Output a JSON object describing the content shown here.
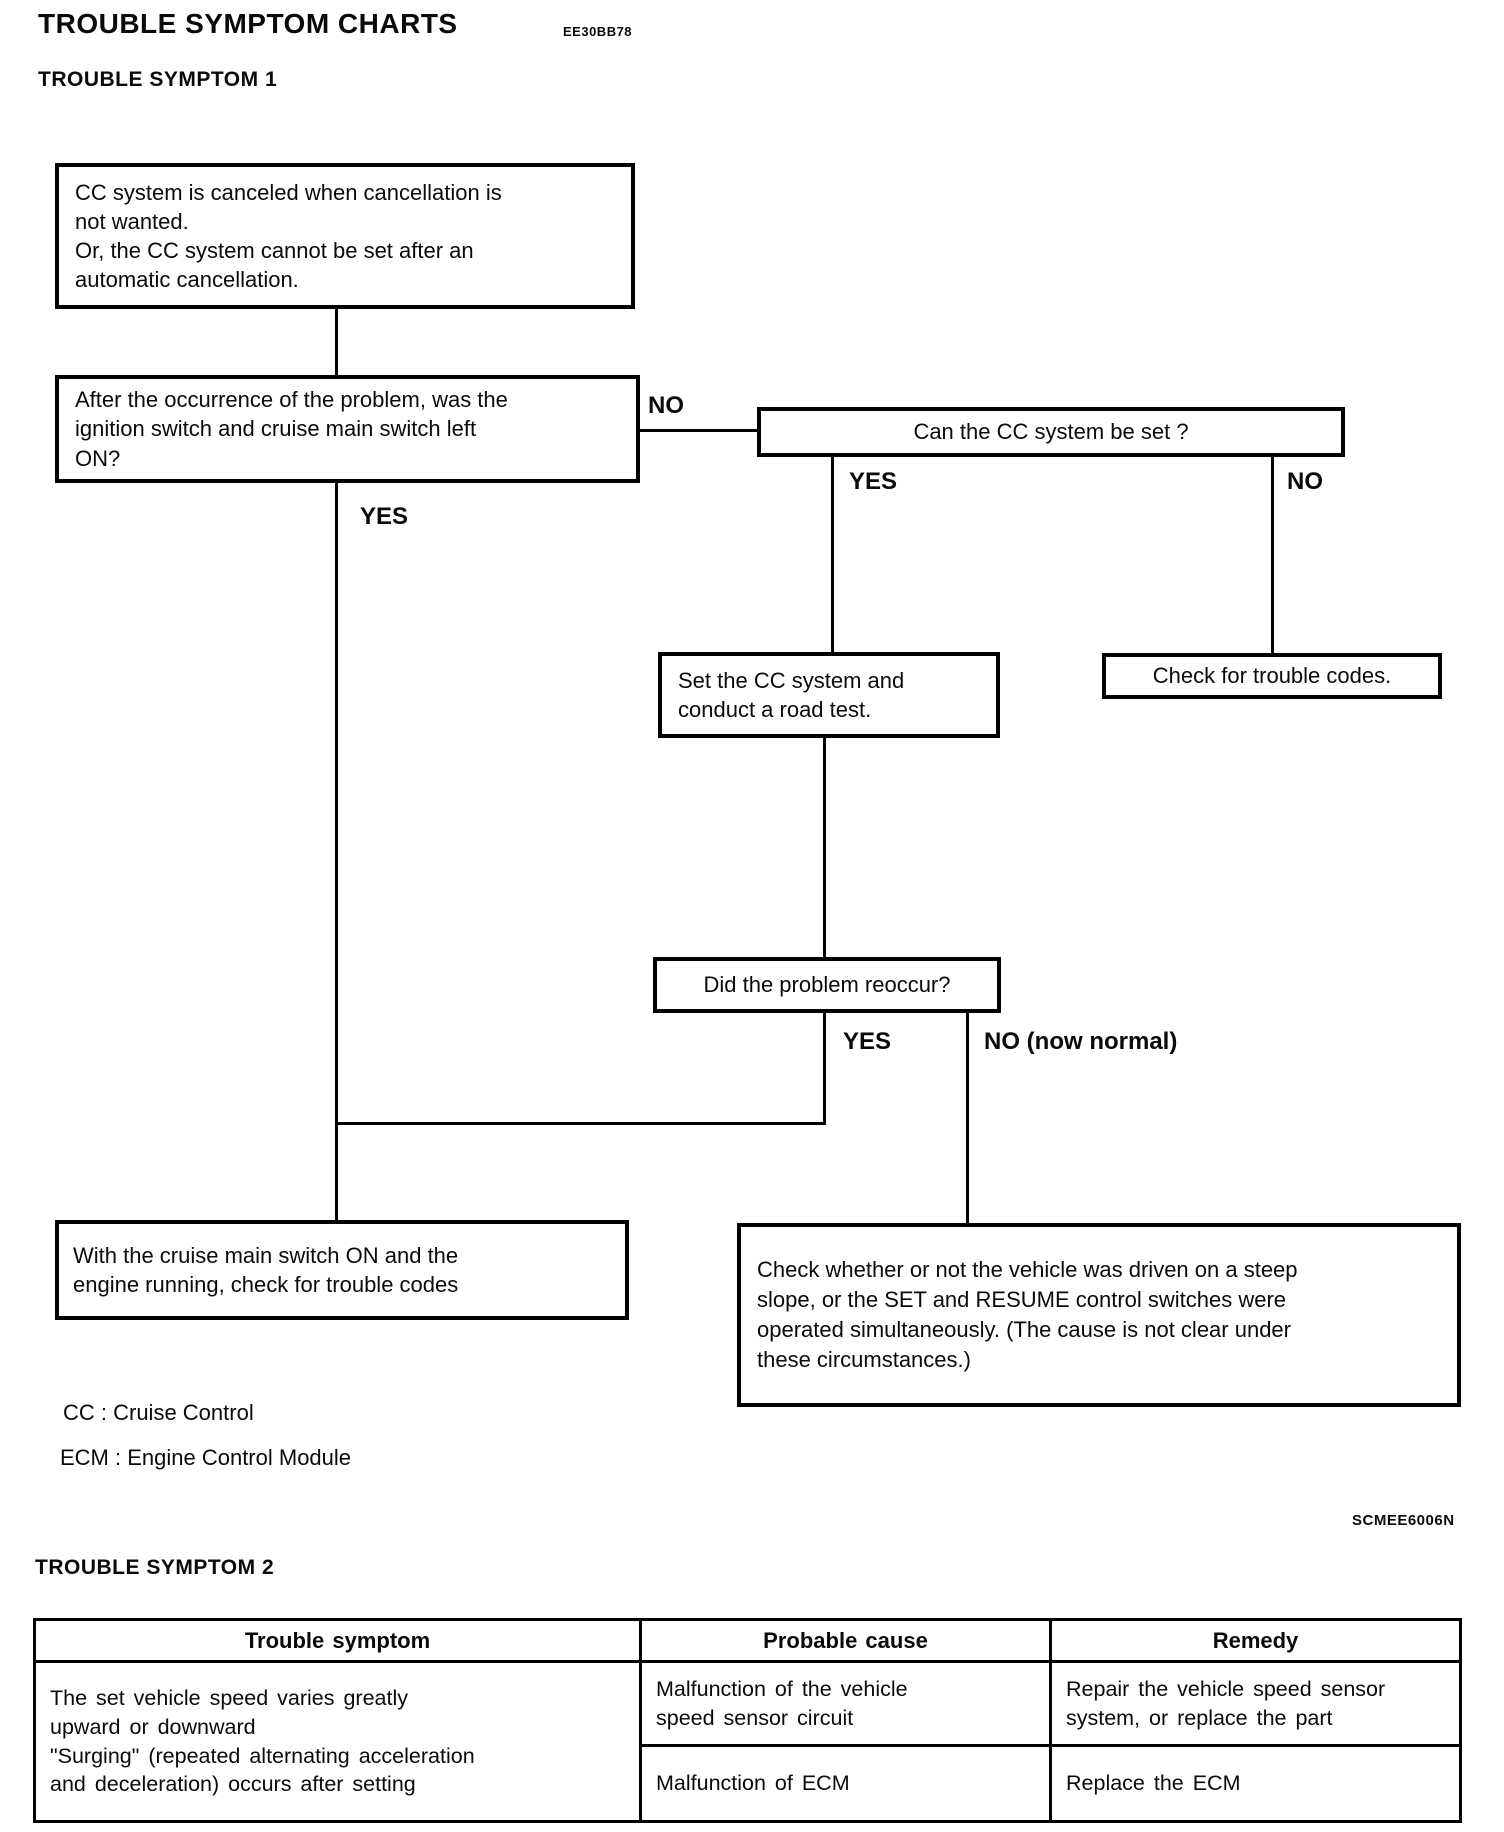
{
  "page": {
    "title": "TROUBLE SYMPTOM CHARTS",
    "title_code": "EE30BB78",
    "figure_code": "SCMEE6006N"
  },
  "symptom1": {
    "heading": "TROUBLE SYMPTOM 1",
    "boxes": {
      "problem": "CC system is canceled when cancellation is\nnot wanted.\nOr, the CC system cannot be set after an\nautomatic cancellation.",
      "question_switch_on": "After the occurrence of the problem, was the\nignition switch and cruise main switch left\nON?",
      "question_can_set": "Can the CC system be set ?",
      "set_road_test": "Set the CC system and\nconduct a road test.",
      "check_trouble_codes": "Check for trouble codes.",
      "question_reoccur": "Did the problem reoccur?",
      "check_codes_engine_running": "With the cruise main switch ON and the\nengine running, check for trouble codes",
      "check_steep_slope": "Check whether or not the vehicle was driven on a steep\nslope, or the SET and RESUME control switches were\noperated simultaneously. (The cause is not clear under\nthese circumstances.)"
    },
    "labels": {
      "q1_no": "NO",
      "q1_yes": "YES",
      "q2_yes": "YES",
      "q2_no": "NO",
      "q3_yes": "YES",
      "q3_no": "NO (now normal)"
    },
    "legend": [
      "CC : Cruise Control",
      "ECM : Engine Control Module"
    ]
  },
  "symptom2": {
    "heading": "TROUBLE SYMPTOM 2",
    "table": {
      "headers": [
        "Trouble symptom",
        "Probable cause",
        "Remedy"
      ],
      "symptom": "The set vehicle speed varies greatly\nupward or downward\n\"Surging\" (repeated alternating acceleration\nand deceleration) occurs after setting",
      "rows": [
        {
          "cause": "Malfunction of the vehicle\nspeed sensor circuit",
          "remedy": "Repair the vehicle speed sensor\nsystem, or replace the part"
        },
        {
          "cause": "Malfunction of ECM",
          "remedy": "Replace the ECM"
        }
      ]
    }
  }
}
